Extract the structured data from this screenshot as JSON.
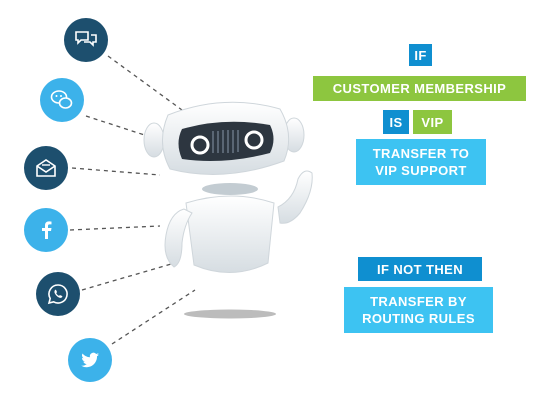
{
  "channels": [
    {
      "icon": "chat-bubbles-icon",
      "style": "dark"
    },
    {
      "icon": "wechat-icon",
      "style": "light"
    },
    {
      "icon": "email-icon",
      "style": "dark"
    },
    {
      "icon": "facebook-icon",
      "style": "light"
    },
    {
      "icon": "whatsapp-icon",
      "style": "dark"
    },
    {
      "icon": "twitter-icon",
      "style": "light"
    }
  ],
  "rule": {
    "if": "IF",
    "condition": "CUSTOMER MEMBERSHIP",
    "is": "IS",
    "value": "VIP",
    "action_line1": "TRANSFER TO",
    "action_line2": "VIP SUPPORT",
    "else": "IF NOT THEN",
    "else_action_line1": "TRANSFER BY",
    "else_action_line2": "ROUTING RULES"
  },
  "colors": {
    "dark_icon": "#1d4f6e",
    "light_icon": "#3cb2ea",
    "tag_blue": "#0f8fd0",
    "tag_green": "#8dc63f",
    "tag_light_blue": "#3dc3f2"
  }
}
